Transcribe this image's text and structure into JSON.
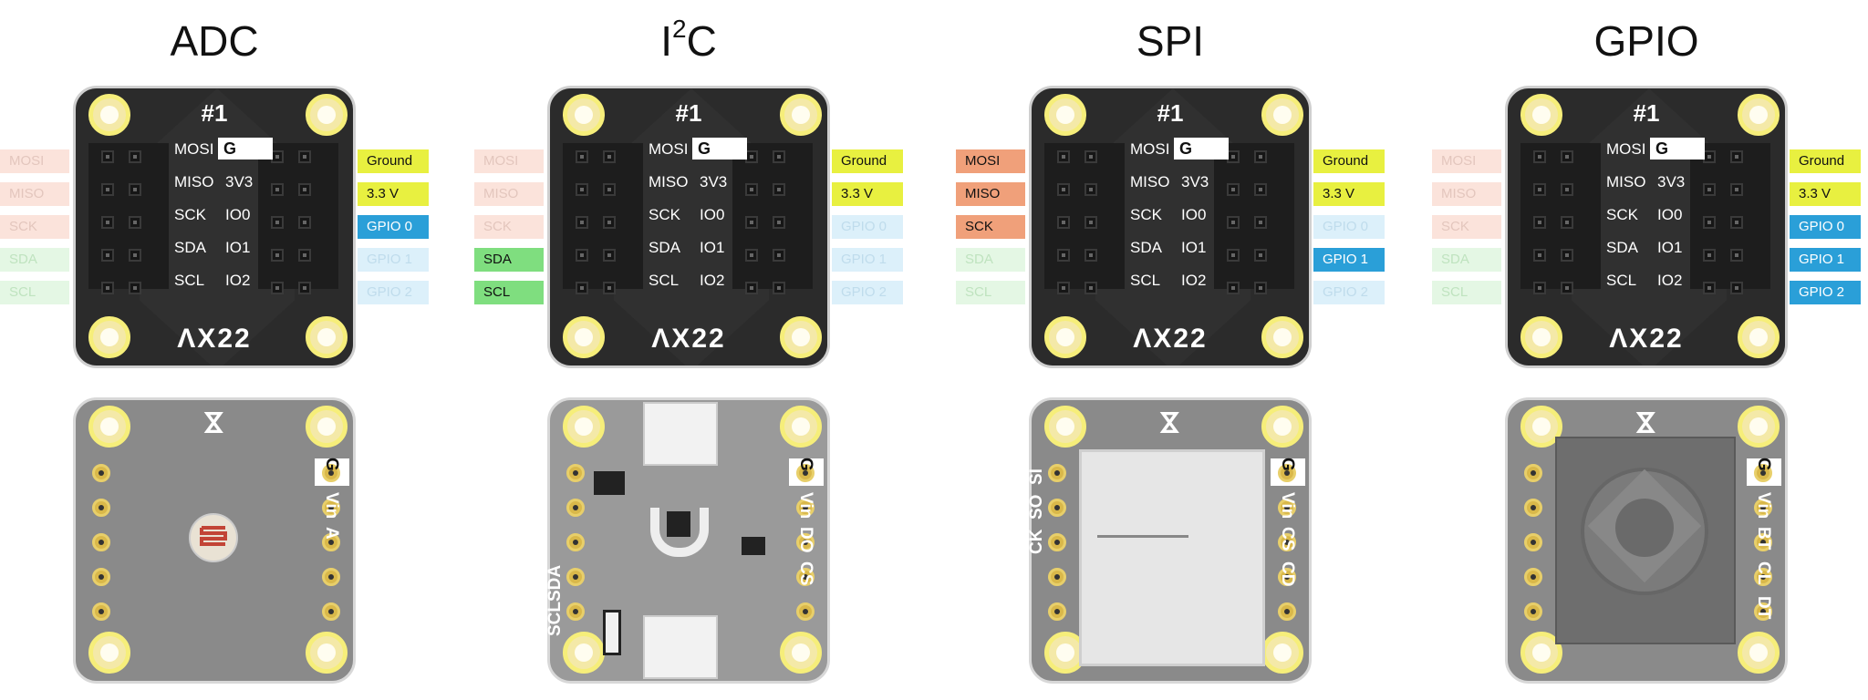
{
  "colors": {
    "pin_labels": {
      "spi_active": "#f0a07a",
      "spi_faded": "#fbe3db",
      "i2c_active": "#7fde7f",
      "i2c_faded": "#e4f7e4",
      "gpio_active": "#2a9fd8",
      "gpio_faded": "#dcf0fa",
      "power": "#e8f040"
    }
  },
  "board_text": {
    "number": "#1",
    "brand": "ΛX22",
    "ground_box": "G",
    "left_pins": [
      "MOSI",
      "MISO",
      "SCK",
      "SDA",
      "SCL"
    ],
    "right_pins": [
      "3V3",
      "IO0",
      "IO1",
      "IO2"
    ]
  },
  "labels_left": [
    "MOSI",
    "MISO",
    "SCK",
    "SDA",
    "SCL"
  ],
  "labels_right": [
    "Ground",
    "3.3 V",
    "GPIO 0",
    "GPIO 1",
    "GPIO 2"
  ],
  "columns": [
    {
      "title": "ADC",
      "title_sup": "",
      "left_active": [
        false,
        false,
        false,
        false,
        false
      ],
      "right_active": [
        true,
        true,
        true,
        false,
        false
      ],
      "bottom_right": [
        "G",
        "Vin",
        "A"
      ],
      "bottom_left": []
    },
    {
      "title": "I",
      "title_sup": "2",
      "title_tail": "C",
      "left_active": [
        false,
        false,
        false,
        true,
        true
      ],
      "right_active": [
        true,
        true,
        false,
        false,
        false
      ],
      "bottom_right": [
        "G",
        "Vin",
        "DO",
        "CS"
      ],
      "bottom_left": [
        "SDA",
        "SCL"
      ]
    },
    {
      "title": "SPI",
      "title_sup": "",
      "left_active": [
        true,
        true,
        true,
        false,
        false
      ],
      "right_active": [
        true,
        true,
        false,
        true,
        false
      ],
      "bottom_right": [
        "G",
        "Vin",
        "CS",
        "CD"
      ],
      "bottom_left": [
        "SI",
        "SO",
        "CK"
      ]
    },
    {
      "title": "GPIO",
      "title_sup": "",
      "left_active": [
        false,
        false,
        false,
        false,
        false
      ],
      "right_active": [
        true,
        true,
        true,
        true,
        true
      ],
      "bottom_right": [
        "G",
        "Vin",
        "BT",
        "CL",
        "DT"
      ],
      "bottom_left": []
    }
  ]
}
